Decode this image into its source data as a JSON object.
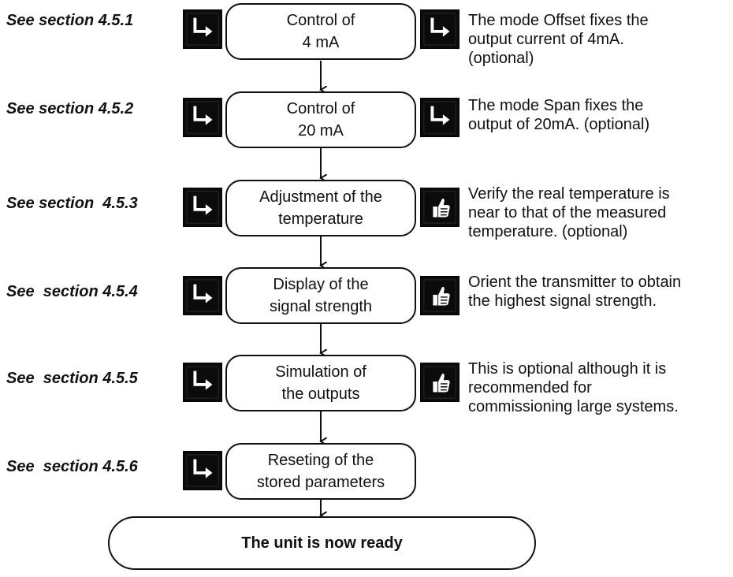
{
  "diagram": {
    "steps": [
      {
        "section_ref": "See section 4.5.1",
        "label": "Control of\n4 mA",
        "left_icon": "enter-arrow-icon",
        "right_icon": "enter-arrow-icon",
        "note": "The mode Offset fixes the\noutput current of 4mA.\n(optional)"
      },
      {
        "section_ref": "See section 4.5.2",
        "label": "Control of\n20 mA",
        "left_icon": "enter-arrow-icon",
        "right_icon": "enter-arrow-icon",
        "note": "The mode Span fixes the\noutput of 20mA. (optional)"
      },
      {
        "section_ref": "See section  4.5.3",
        "label": "Adjustment of the\ntemperature",
        "left_icon": "enter-arrow-icon",
        "right_icon": "thumbs-up-icon",
        "note": "Verify the real temperature is\nnear to that of the measured\ntemperature. (optional)"
      },
      {
        "section_ref": "See  section 4.5.4",
        "label": "Display of the\nsignal strength",
        "left_icon": "enter-arrow-icon",
        "right_icon": "thumbs-up-icon",
        "note": "Orient the transmitter to obtain\nthe highest signal strength."
      },
      {
        "section_ref": "See  section 4.5.5",
        "label": "Simulation of\nthe outputs",
        "left_icon": "enter-arrow-icon",
        "right_icon": "thumbs-up-icon",
        "note": "This is optional although it is\nrecommended for\ncommissioning large systems."
      },
      {
        "section_ref": "See  section 4.5.6",
        "label": "Reseting of the\nstored parameters",
        "left_icon": "enter-arrow-icon",
        "right_icon": "",
        "note": ""
      }
    ],
    "final": {
      "label": "The unit is now ready"
    }
  }
}
